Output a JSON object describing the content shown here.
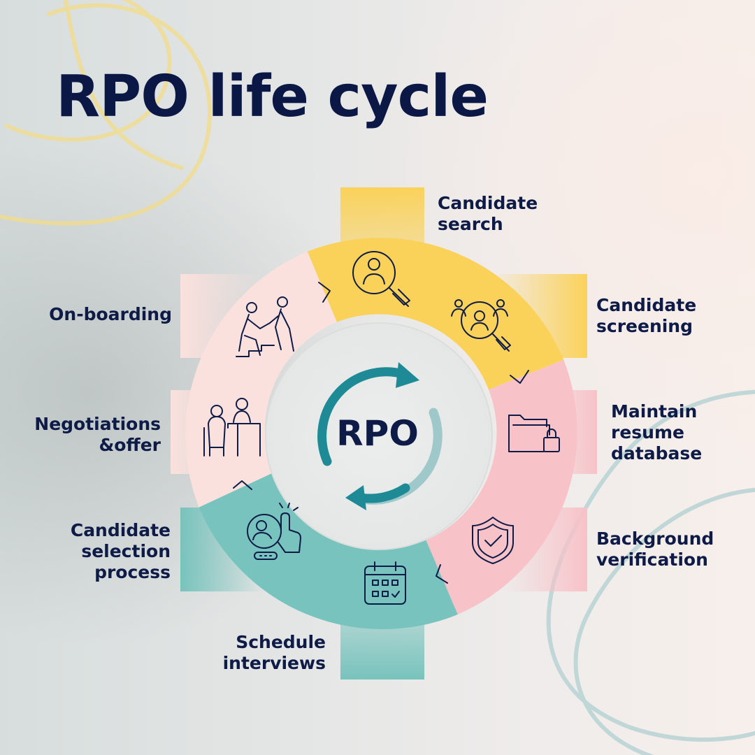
{
  "title": "RPO life cycle",
  "center": {
    "label": "RPO"
  },
  "stages": [
    {
      "id": "candidate-search",
      "lines": [
        "Candidate",
        "search"
      ],
      "icon": "search-person-icon"
    },
    {
      "id": "candidate-screening",
      "lines": [
        "Candidate",
        "screening"
      ],
      "icon": "group-screening-icon"
    },
    {
      "id": "maintain-resume-database",
      "lines": [
        "Maintain",
        "resume",
        "database"
      ],
      "icon": "locked-folder-icon"
    },
    {
      "id": "background-verification",
      "lines": [
        "Background",
        "verification"
      ],
      "icon": "shield-check-icon"
    },
    {
      "id": "schedule-interviews",
      "lines": [
        "Schedule",
        "interviews"
      ],
      "icon": "calendar-icon"
    },
    {
      "id": "candidate-selection-process",
      "lines": [
        "Candidate",
        "selection",
        "process"
      ],
      "icon": "touch-select-icon"
    },
    {
      "id": "negotiations-offer",
      "lines": [
        "Negotiations",
        "&offer"
      ],
      "icon": "desk-meeting-icon"
    },
    {
      "id": "on-boarding",
      "lines": [
        "On-boarding"
      ],
      "icon": "handshake-icon"
    }
  ],
  "colors": {
    "navy": "#0d1b46",
    "yellow": "#fad25a",
    "pink": "#f7c2c8",
    "teal": "#78c3bd",
    "lightPink": "#fbe1dd",
    "arrowTeal": "#1e8a95"
  }
}
